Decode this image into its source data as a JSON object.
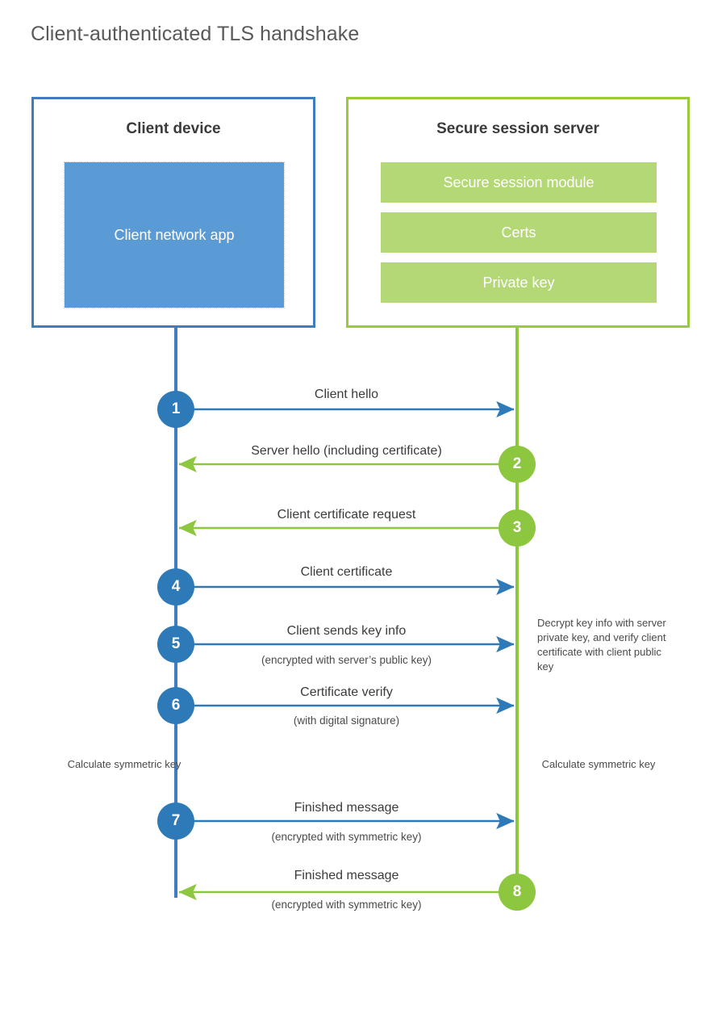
{
  "diagram": {
    "title": "Client-authenticated TLS handshake",
    "colors": {
      "client_accent": "#3E7DC0",
      "client_fill": "#5B9BD5",
      "client_step": "#2E7AB8",
      "server_accent": "#9ACA3C",
      "server_fill": "#B5D877",
      "server_step": "#8DC63F",
      "text": "#3B3B3B",
      "title_text": "#595959",
      "background": "#FFFFFF"
    }
  },
  "actors": {
    "client": {
      "title": "Client device",
      "components": [
        {
          "label": "Client network app"
        }
      ]
    },
    "server": {
      "title": "Secure session server",
      "components": [
        {
          "label": "Secure session module"
        },
        {
          "label": "Certs"
        },
        {
          "label": "Private key"
        }
      ]
    }
  },
  "steps": [
    {
      "number": "1",
      "label": "Client hello",
      "sub": "",
      "direction": "client-to-server",
      "origin": "client"
    },
    {
      "number": "2",
      "label": "Server hello (including certificate)",
      "sub": "",
      "direction": "server-to-client",
      "origin": "server"
    },
    {
      "number": "3",
      "label": "Client certificate request",
      "sub": "",
      "direction": "server-to-client",
      "origin": "server"
    },
    {
      "number": "4",
      "label": "Client certificate",
      "sub": "",
      "direction": "client-to-server",
      "origin": "client"
    },
    {
      "number": "5",
      "label": "Client sends key info",
      "sub": "(encrypted with server’s public key)",
      "direction": "client-to-server",
      "origin": "client"
    },
    {
      "number": "6",
      "label": "Certificate verify",
      "sub": "(with digital signature)",
      "direction": "client-to-server",
      "origin": "client"
    },
    {
      "number": "7",
      "label": "Finished message",
      "sub": "(encrypted with symmetric key)",
      "direction": "client-to-server",
      "origin": "client"
    },
    {
      "number": "8",
      "label": "Finished message",
      "sub": "(encrypted with symmetric key)",
      "direction": "server-to-client",
      "origin": "server"
    }
  ],
  "notes": {
    "server_decrypt": "Decrypt key info with server private key, and verify client certificate with client public key",
    "client_calc": "Calculate symmetric key",
    "server_calc": "Calculate symmetric key"
  }
}
